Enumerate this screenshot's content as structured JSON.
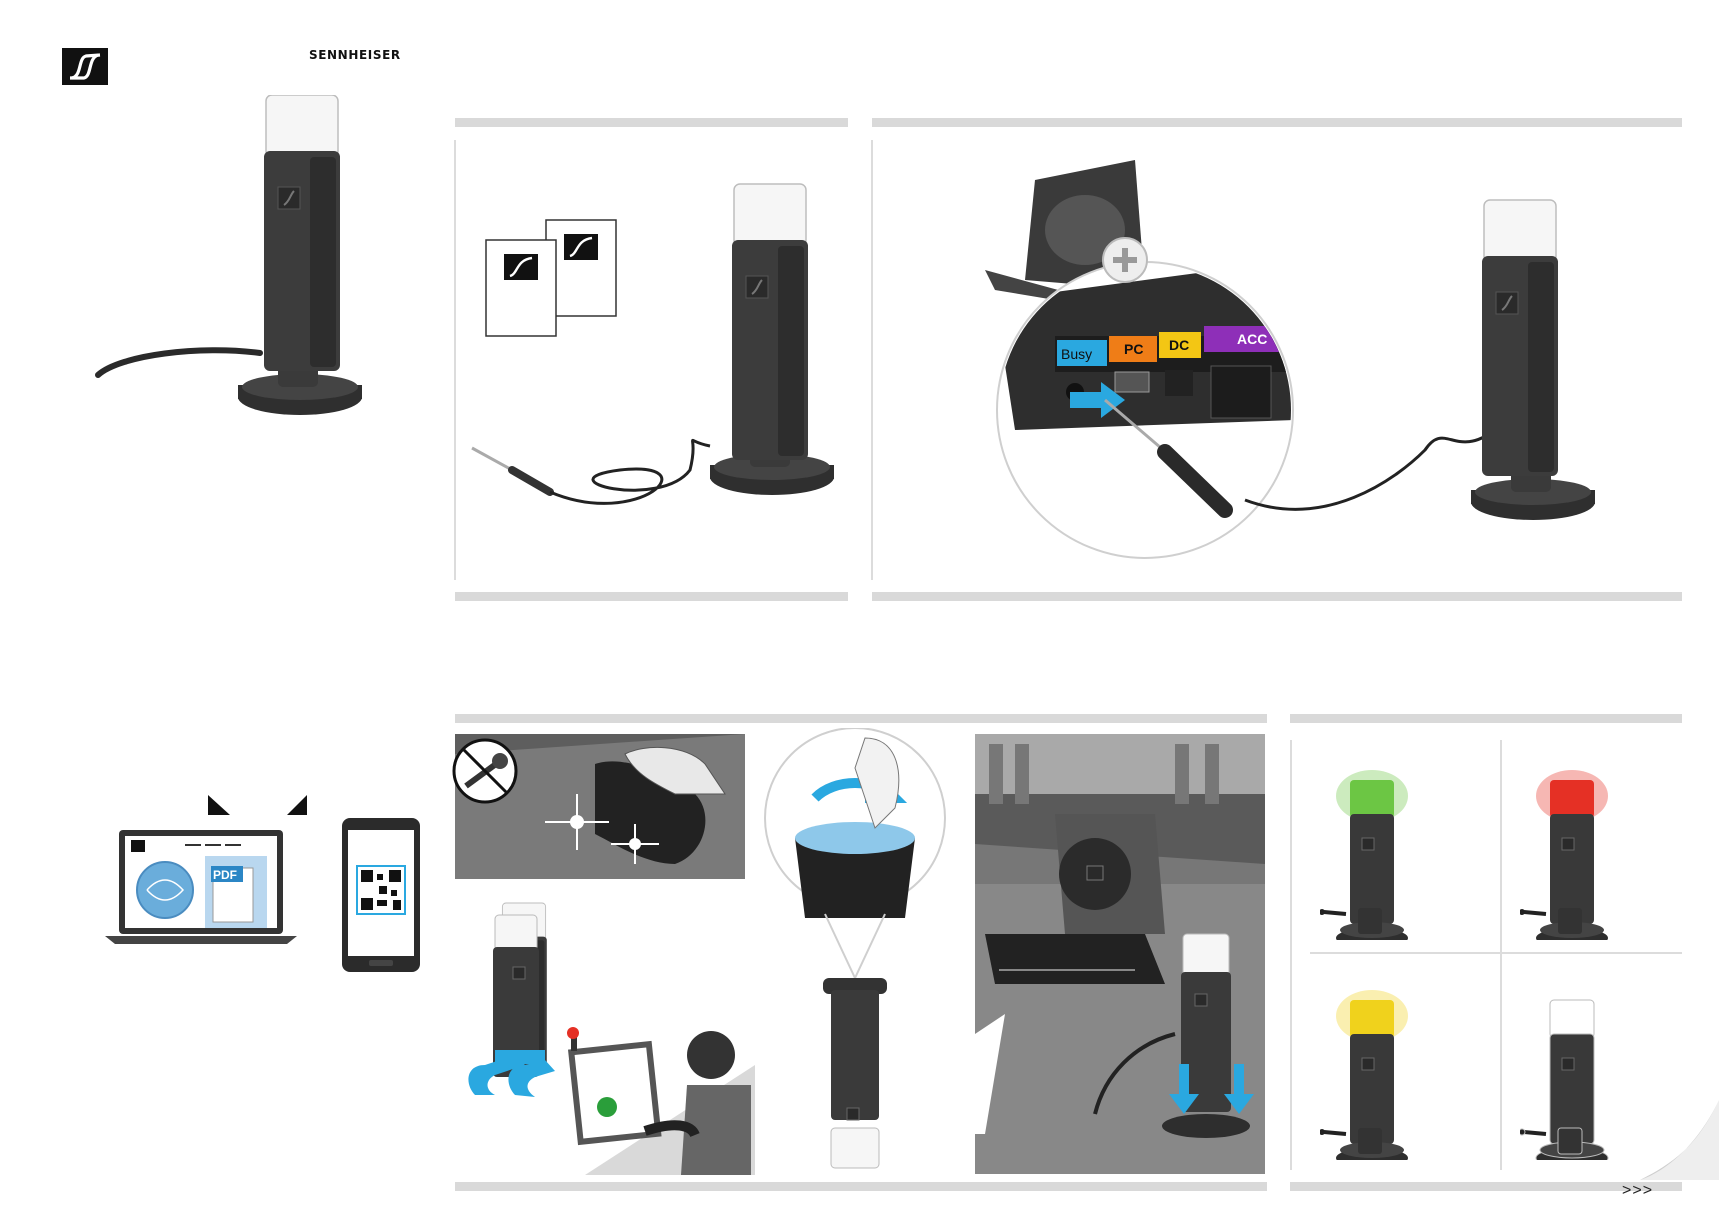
{
  "brand": {
    "name": "SENNHEISER"
  },
  "connector_labels": {
    "busy": "Busy",
    "pc": "PC",
    "dc": "DC",
    "acc": "ACC"
  },
  "laptop": {
    "pdf_label": "PDF"
  },
  "page": {
    "next_marker": ">>>"
  },
  "led_colors": {
    "green": "#6cc644",
    "red": "#e53025",
    "yellow": "#f0d21c",
    "white": "#ffffff"
  },
  "label_colors": {
    "busy": "#2aa8e0",
    "pc": "#ef7d17",
    "dc": "#f3c614",
    "acc": "#8e2fb8"
  },
  "icons": [
    "sennheiser-logo-icon",
    "no-screw-icon",
    "rotate-arrow-icon",
    "down-arrow-icon",
    "qr-code-icon"
  ]
}
